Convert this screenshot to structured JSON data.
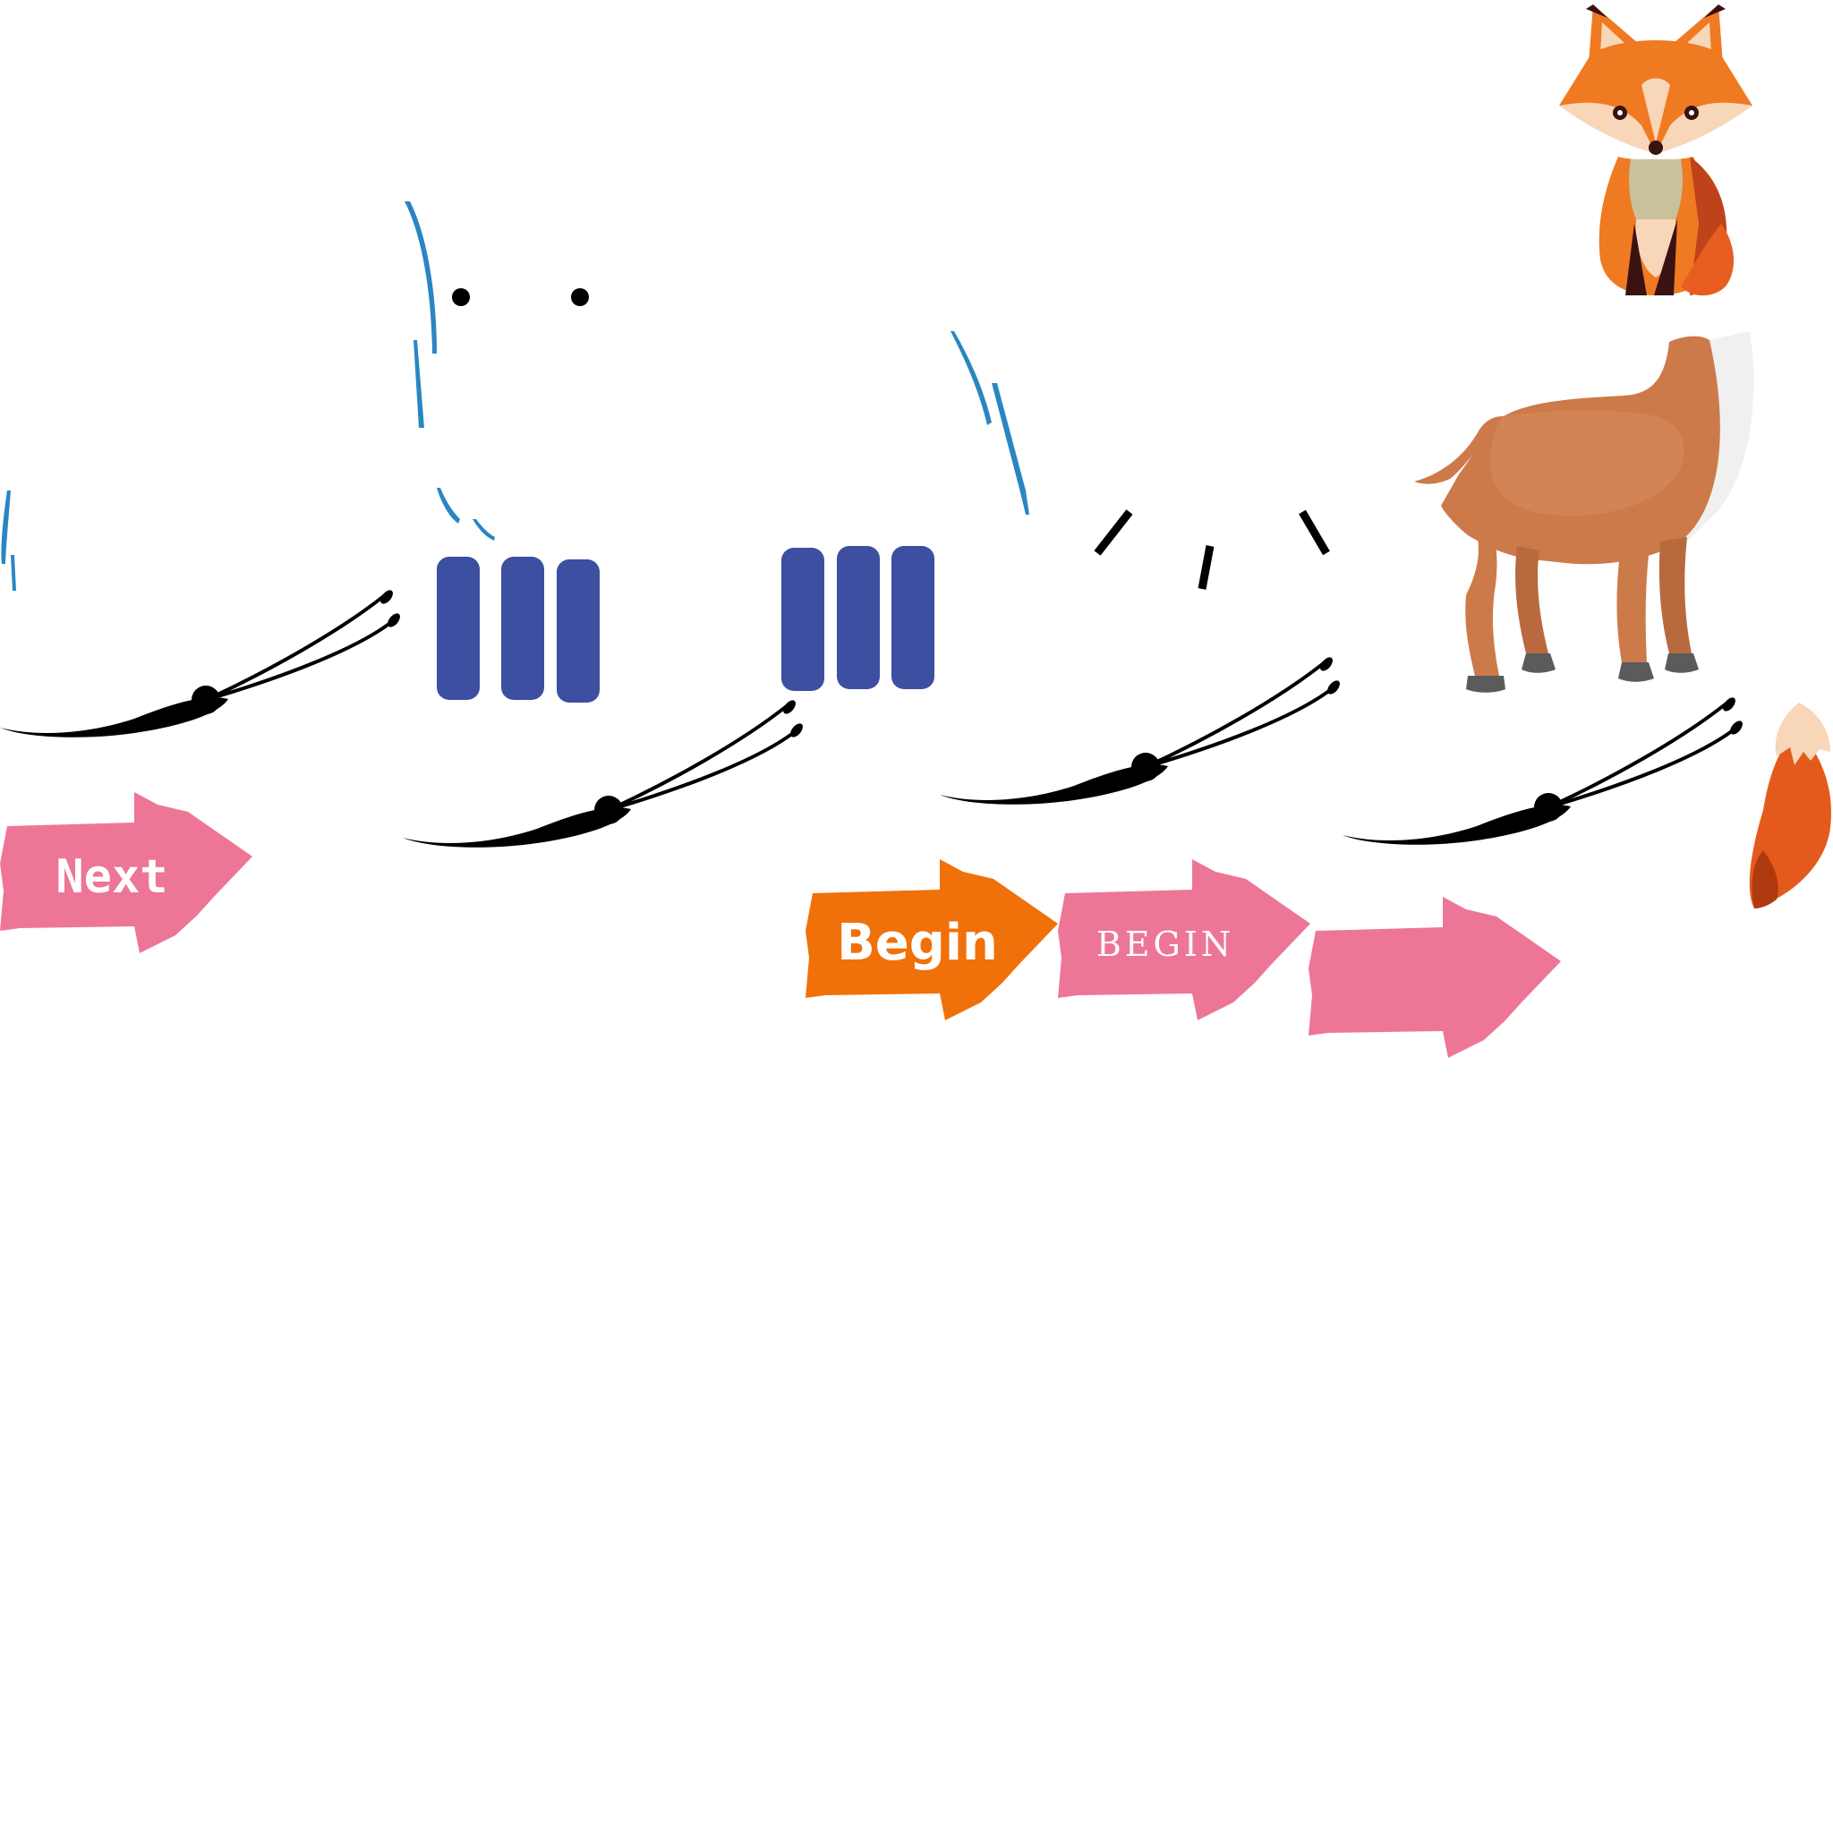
{
  "scene": {
    "theme": "forest-animals",
    "background": "#ffffff"
  },
  "buttons": {
    "next": {
      "label": "Next",
      "color": "#ed7697"
    },
    "begin_orange": {
      "label": "Begin",
      "color": "#f07109"
    },
    "begin_pink": {
      "label": "BEGIN",
      "color": "#ed7697"
    },
    "blank_arrow": {
      "label": "",
      "color": "#ed7697"
    }
  },
  "pause_buttons": [
    {
      "name": "pause-button-1",
      "color": "#3c4fa0"
    },
    {
      "name": "pause-button-2",
      "color": "#3c4fa0"
    }
  ],
  "animals": {
    "fox": {
      "icon": "fox-icon",
      "colors": [
        "#f07a22",
        "#f8d6b8",
        "#3a1212"
      ]
    },
    "deer": {
      "icon": "deer-body-icon",
      "colors": [
        "#cd7a4a",
        "#f0f0f0",
        "#5b5b5b"
      ]
    },
    "tail": {
      "icon": "fox-tail-icon",
      "colors": [
        "#e45a1c",
        "#f8d6b8"
      ]
    }
  },
  "decorations": {
    "mustache": "mustache-icon",
    "blue_strokes": "rain-stroke-icon",
    "face_dots": "eye-dot-icon",
    "accent_lines": "dash-line-icon",
    "blue_color": "#2a86c2",
    "ink_color": "#000000"
  }
}
